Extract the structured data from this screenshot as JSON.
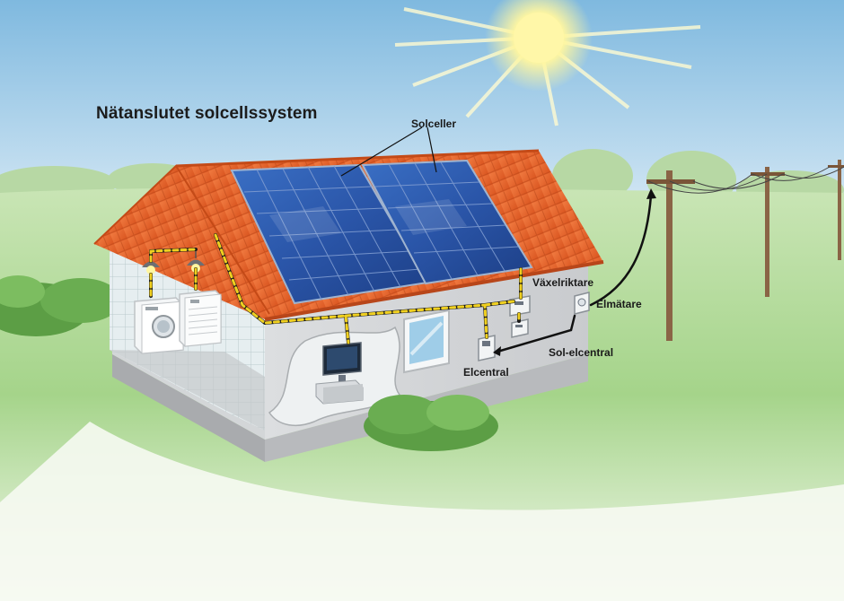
{
  "title": "Nätanslutet solcellssystem",
  "labels": {
    "solar_cells": "Solceller",
    "inverter": "Växelriktare",
    "electricity_meter": "Elmätare",
    "distribution_board": "Elcentral",
    "solar_distribution_board": "Sol-elcentral"
  },
  "colors": {
    "sky_top": "#8ec3e4",
    "grass": "#9ccf82",
    "roof_tile": "#e8642e",
    "panel_blue": "#2a55a8",
    "wall": "#d8dadc",
    "cable": "#f0d020",
    "pole_wood": "#8a6446"
  },
  "icons": [
    "sun-icon",
    "solar-panel-icon",
    "washing-machine-icon",
    "dryer-icon",
    "ceiling-lamp-icon",
    "computer-monitor-icon",
    "utility-pole-icon",
    "tree-icon",
    "bush-icon",
    "window-icon"
  ]
}
